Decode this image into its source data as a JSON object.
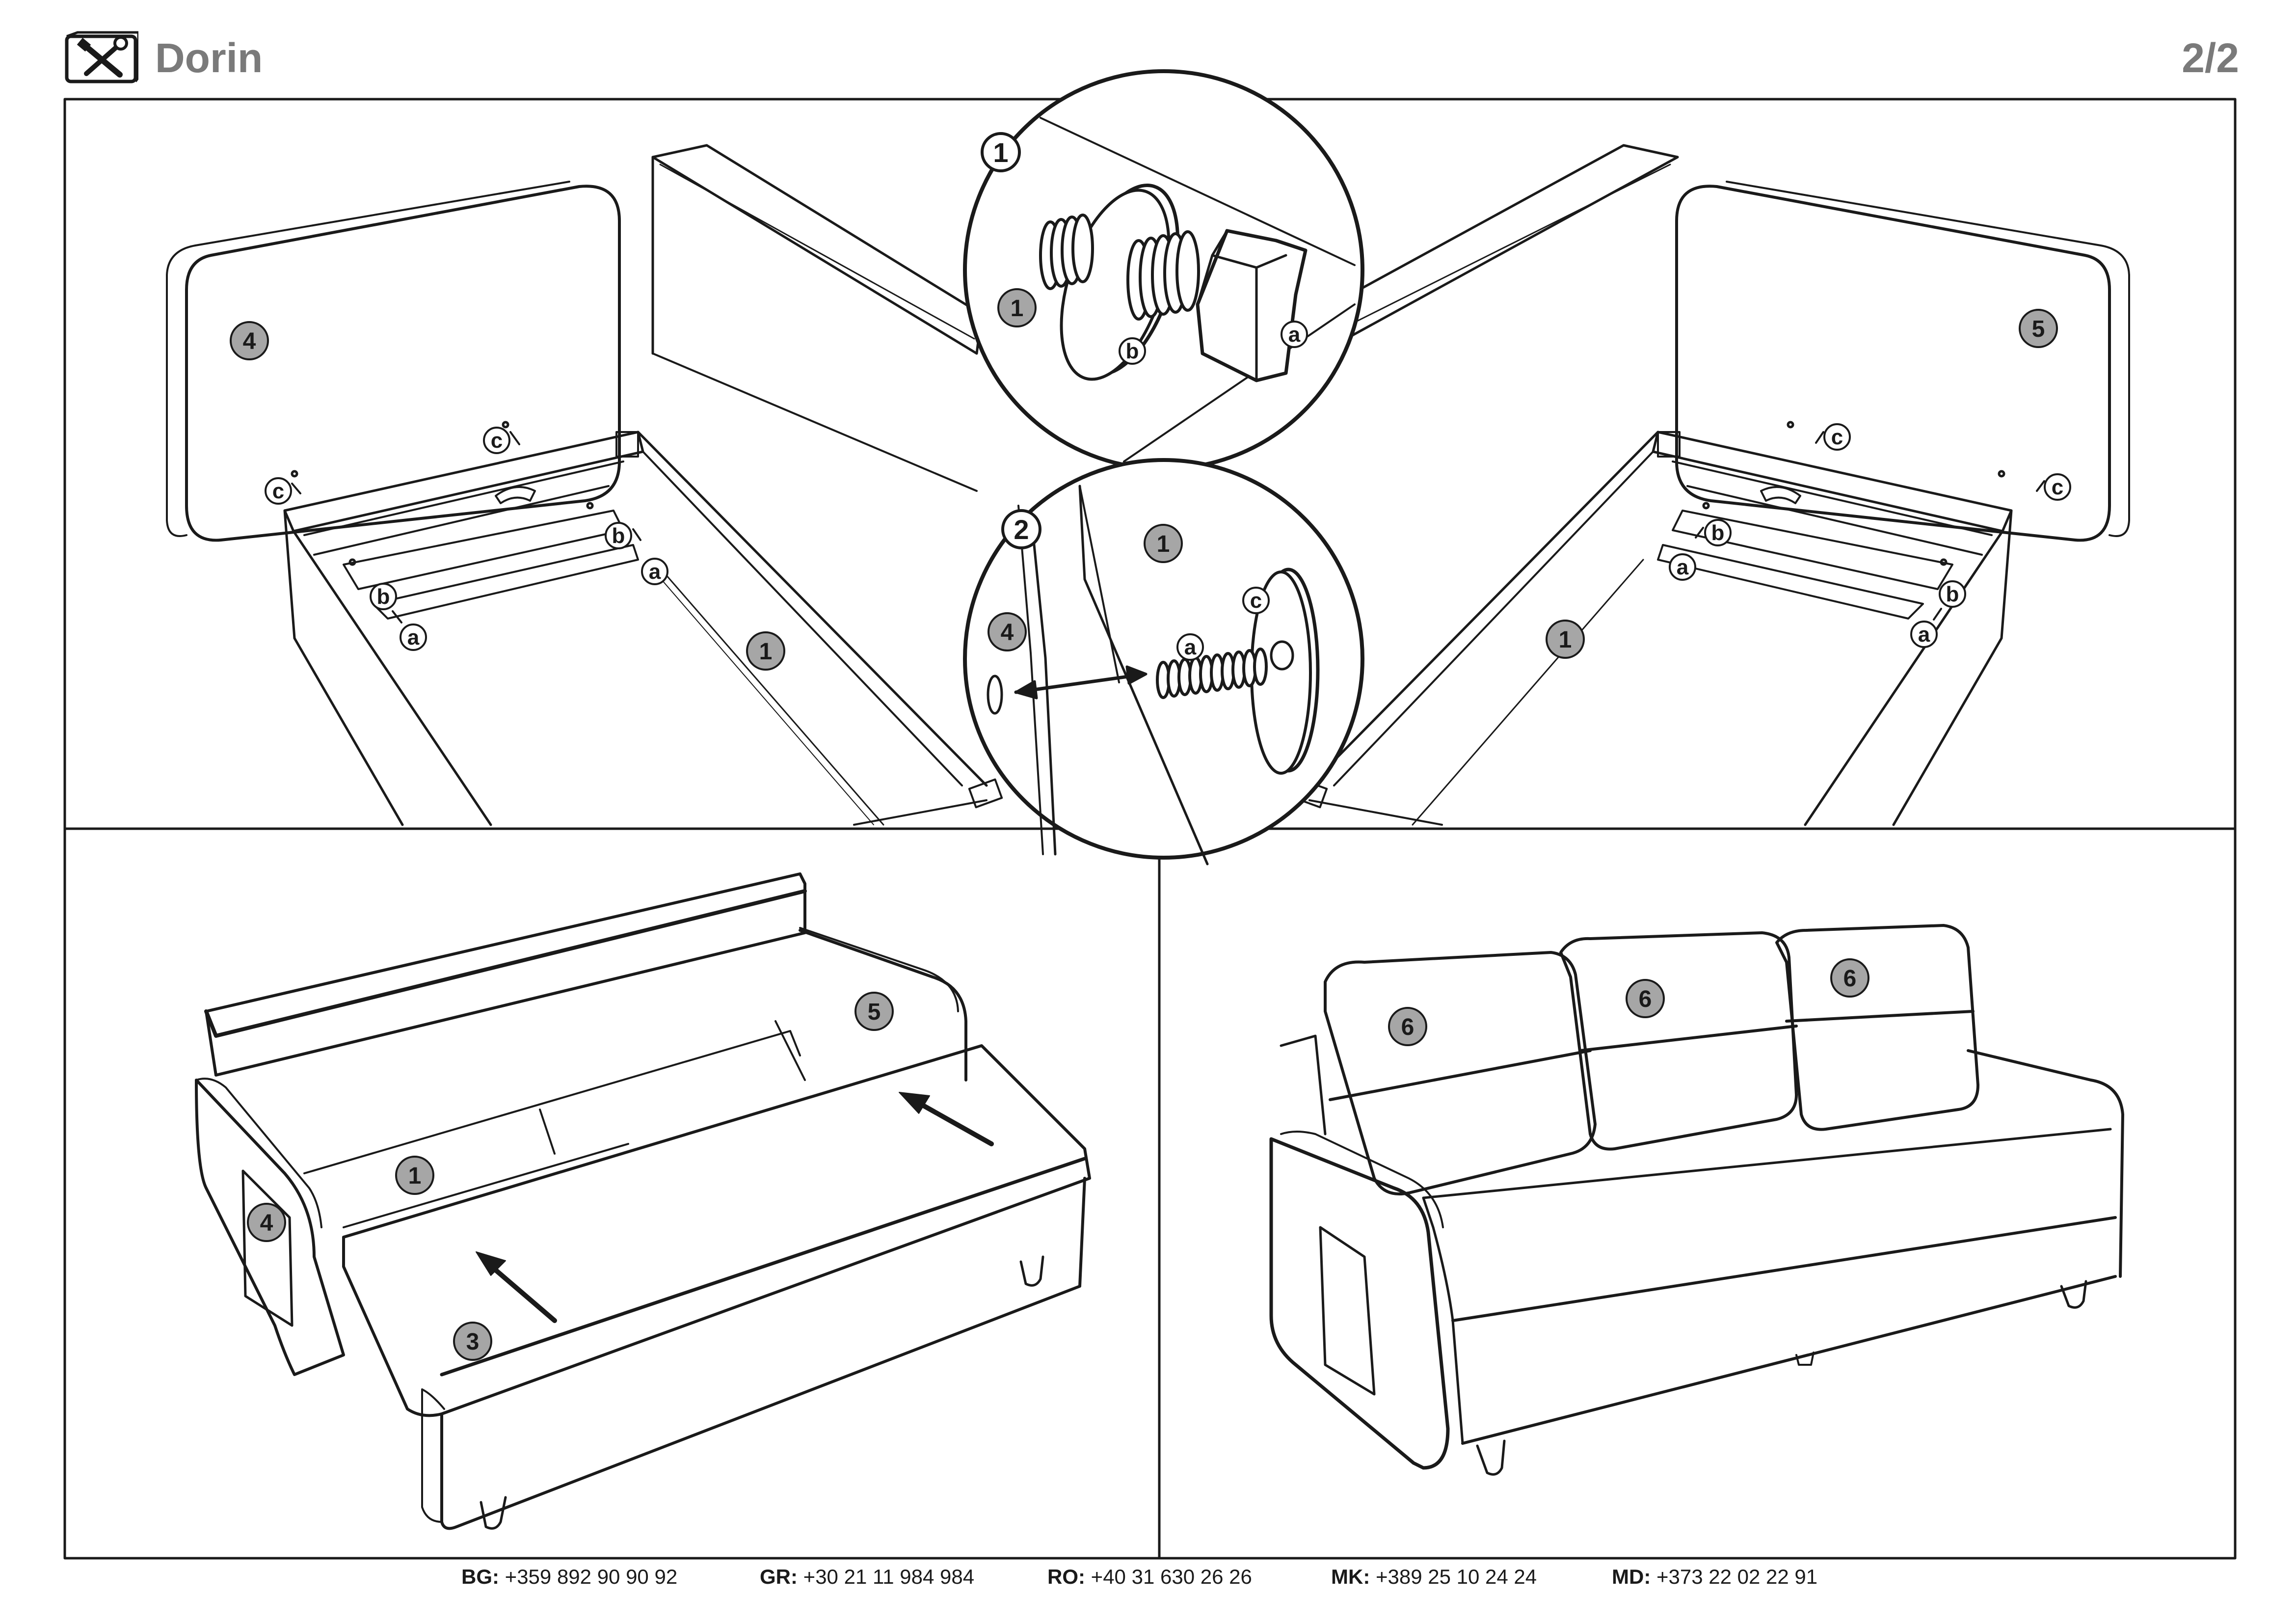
{
  "header": {
    "title": "Dorin",
    "page": "2/2",
    "logo_icon": "tools-icon"
  },
  "steps": {
    "detail_1": "1",
    "detail_2": "2"
  },
  "part_labels": {
    "p1": "1",
    "p3": "3",
    "p4": "4",
    "p5": "5",
    "p6": "6"
  },
  "hardware_labels": {
    "a": "a",
    "b": "b",
    "c": "c"
  },
  "footer": {
    "contacts": [
      {
        "country": "BG:",
        "phone": "+359 892 90 90 92"
      },
      {
        "country": "GR:",
        "phone": "+30 21 11 984 984"
      },
      {
        "country": "RO:",
        "phone": "+40 31 630 26 26"
      },
      {
        "country": "MK:",
        "phone": "+389 25 10 24 24"
      },
      {
        "country": "MD:",
        "phone": "+373 22 02 22 91"
      }
    ]
  },
  "colors": {
    "badge_fill": "#a6a6a6",
    "title_gray": "#7a7a7a",
    "line": "#1a1a1a"
  }
}
